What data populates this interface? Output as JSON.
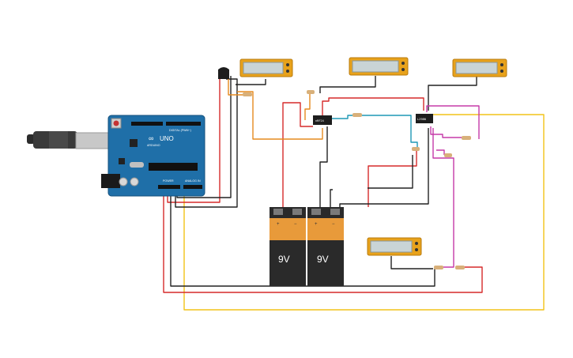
{
  "arduino": {
    "logo_text": "UNO",
    "brand_text": "ARDUINO",
    "digital_header": "DIGITAL (PWM~)",
    "power_header": "POWER",
    "analog_header": "ANALOG IN",
    "board_color": "#1f6fa8"
  },
  "batteries": [
    {
      "label": "9V"
    },
    {
      "label": "9V"
    }
  ],
  "battery_terminals": {
    "plus": "+",
    "minus": "−"
  },
  "ic_left": {
    "label": "nRF24"
  },
  "ic_right": {
    "label": "L298N"
  },
  "wire_colors": {
    "red": "#d62a2a",
    "black": "#222222",
    "orange": "#e58a1f",
    "yellow": "#f2c318",
    "magenta": "#c53aa8",
    "teal": "#1f98b5"
  },
  "lcd_color": "#e8a21b",
  "components": [
    "arduino-uno",
    "battery-9v",
    "battery-9v",
    "lcd-display",
    "lcd-display",
    "lcd-display",
    "lcd-display",
    "transistor",
    "ic-chip",
    "ic-chip",
    "resistor"
  ]
}
